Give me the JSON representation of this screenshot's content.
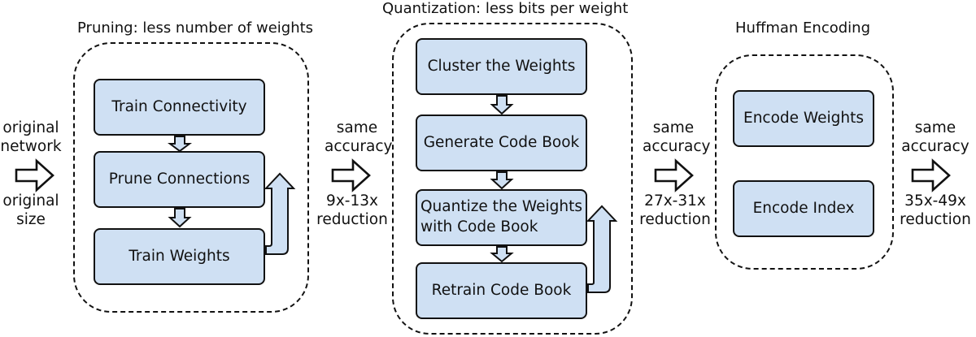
{
  "pruning": {
    "title": "Pruning: less number of weights",
    "steps": [
      "Train Connectivity",
      "Prune Connections",
      "Train Weights"
    ]
  },
  "quantization": {
    "title": "Quantization: less bits per weight",
    "steps": [
      "Cluster the Weights",
      "Generate Code Book",
      "Quantize the Weights",
      "with Code Book",
      "Retrain Code Book"
    ]
  },
  "huffman": {
    "title": "Huffman Encoding",
    "steps": [
      "Encode Weights",
      "Encode Index"
    ]
  },
  "input": {
    "top": [
      "original",
      "network"
    ],
    "bottom": [
      "original",
      "size"
    ]
  },
  "stage1": {
    "top": [
      "same",
      "accuracy"
    ],
    "bottom": [
      "9x-13x",
      "reduction"
    ]
  },
  "stage2": {
    "top": [
      "same",
      "accuracy"
    ],
    "bottom": [
      "27x-31x",
      "reduction"
    ]
  },
  "stage3": {
    "top": [
      "same",
      "accuracy"
    ],
    "bottom": [
      "35x-49x",
      "reduction"
    ]
  },
  "colors": {
    "box_fill": "#cfe0f3",
    "stroke": "#111111"
  }
}
